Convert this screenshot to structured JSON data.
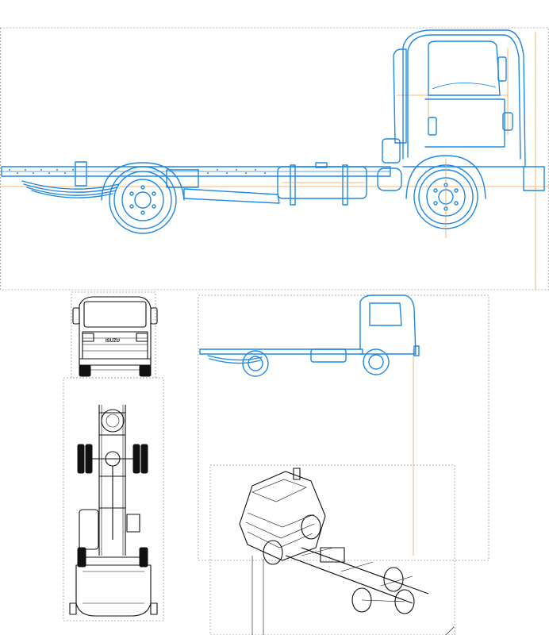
{
  "colors": {
    "line_blue": "#1e88e5",
    "guide_orange": "#f0a04b",
    "ink": "#111111",
    "frame_gray": "#9a9a9a"
  },
  "views": {
    "side_large": "side-elevation-large",
    "front": "front-elevation",
    "top": "top-plan",
    "side_small": "side-elevation-small",
    "iso": "isometric-view"
  },
  "front_badge": "ISUZU"
}
